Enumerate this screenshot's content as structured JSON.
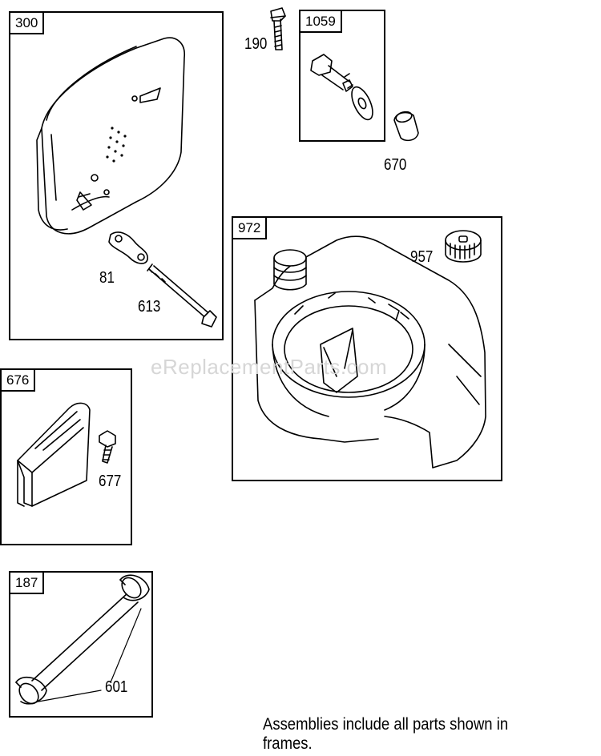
{
  "frames": {
    "f300": "300",
    "f1059": "1059",
    "f972": "972",
    "f676": "676",
    "f187": "187"
  },
  "callouts": {
    "c190": "190",
    "c670": "670",
    "c81": "81",
    "c613": "613",
    "c957": "957",
    "c677": "677",
    "c601": "601"
  },
  "watermark": "eReplacementParts.com",
  "footer_note": "Assemblies include all parts shown in frames."
}
